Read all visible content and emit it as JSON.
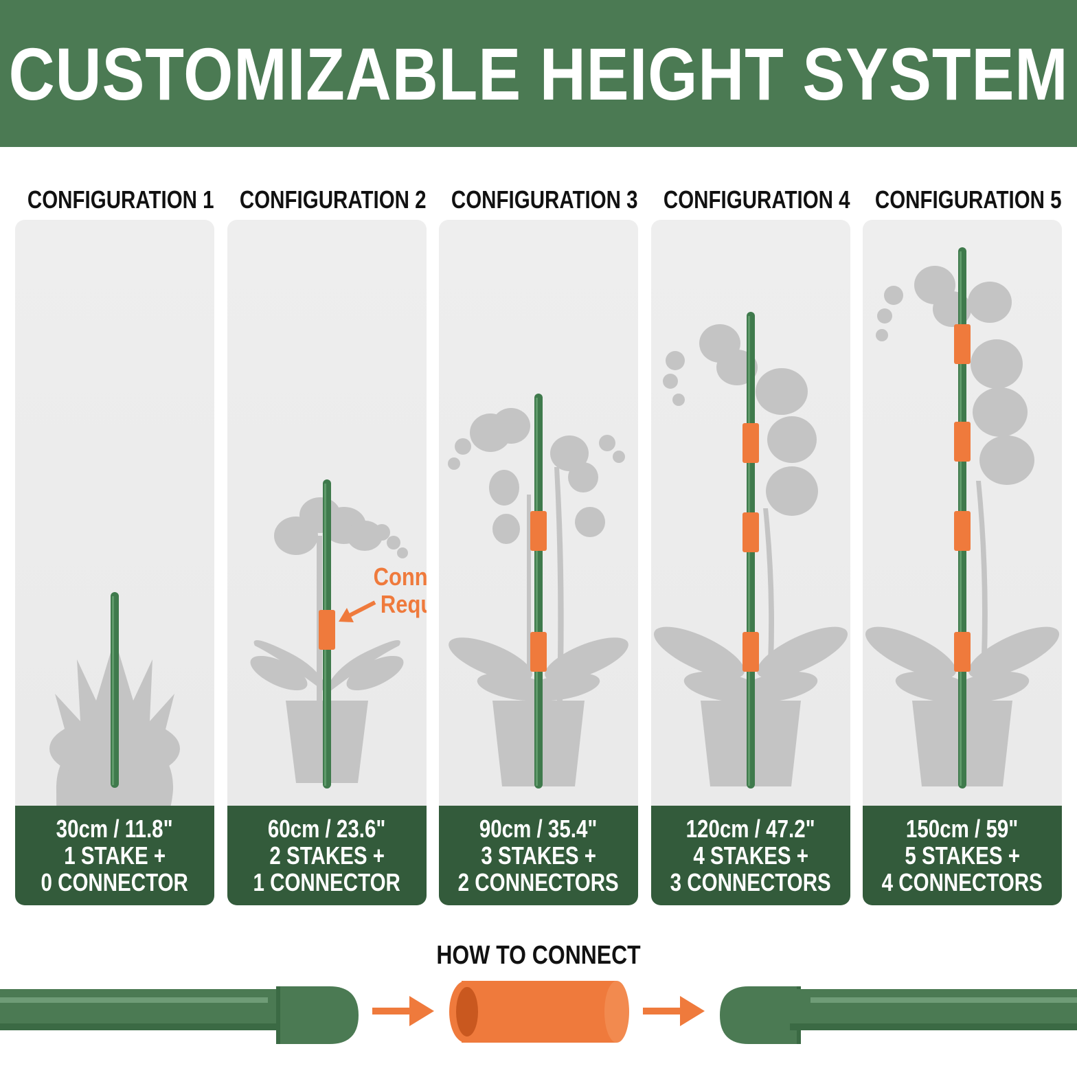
{
  "header": {
    "title": "CUSTOMIZABLE HEIGHT SYSTEM"
  },
  "configurations": [
    {
      "title": "CONFIGURATION 1",
      "height": "30cm / 11.8\"",
      "stakes": "1 STAKE +",
      "connectors": "0 CONNECTOR",
      "stake_count": 1,
      "connector_count": 0,
      "plant": "succulent"
    },
    {
      "title": "CONFIGURATION 2",
      "height": "60cm / 23.6\"",
      "stakes": "2 STAKES +",
      "connectors": "1 CONNECTOR",
      "stake_count": 2,
      "connector_count": 1,
      "plant": "orchid"
    },
    {
      "title": "CONFIGURATION 3",
      "height": "90cm / 35.4\"",
      "stakes": "3 STAKES +",
      "connectors": "2 CONNECTORS",
      "stake_count": 3,
      "connector_count": 2,
      "plant": "orchid"
    },
    {
      "title": "CONFIGURATION 4",
      "height": "120cm / 47.2\"",
      "stakes": "4 STAKES +",
      "connectors": "3 CONNECTORS",
      "stake_count": 4,
      "connector_count": 3,
      "plant": "orchid"
    },
    {
      "title": "CONFIGURATION 5",
      "height": "150cm / 59\"",
      "stakes": "5 STAKES +",
      "connectors": "4 CONNECTORS",
      "stake_count": 5,
      "connector_count": 4,
      "plant": "orchid"
    }
  ],
  "annotation": {
    "line1": "Connector",
    "line2": "Required"
  },
  "how_to": {
    "title": "HOW TO CONNECT"
  },
  "colors": {
    "brand_green": "#4b7a53",
    "dark_green": "#335b3b",
    "stake_green": "#3f7a4c",
    "connector_orange": "#ef7a3c",
    "plant_gray": "#c4c4c4"
  }
}
